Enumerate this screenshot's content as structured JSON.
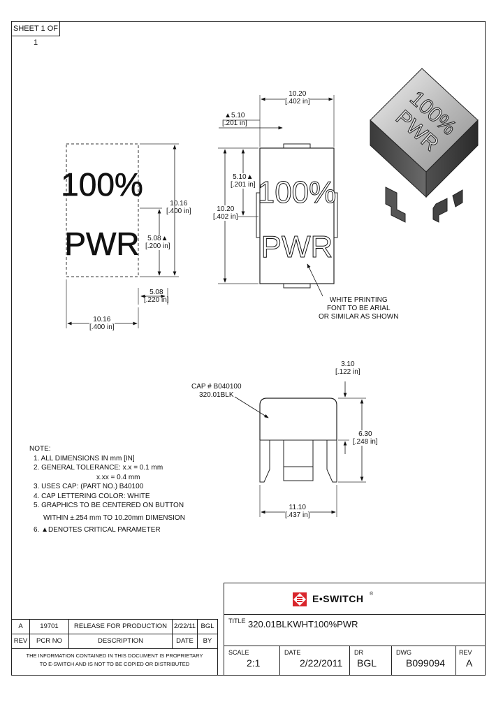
{
  "sheet": "SHEET 1 OF 1",
  "left_view": {
    "line1": "100%",
    "line2": "PWR",
    "dim_height_mm": "10.16",
    "dim_height_in": "[.400 in]",
    "dim_half_mm": "5.08▲",
    "dim_half_in": "[.200 in]",
    "dim_offset_mm": "5.08",
    "dim_offset_in": "[.220 in]",
    "dim_width_mm": "10.16",
    "dim_width_in": "[.400 in]"
  },
  "top_view": {
    "line1": "100%",
    "line2": "PWR",
    "dim_width_mm": "10.20",
    "dim_width_in": "[.402 in]",
    "dim_tab_mm": "▲5.10",
    "dim_tab_in": "[.201 in]",
    "dim_half_mm": "5.10▲",
    "dim_half_in": "[.201 in]",
    "dim_height_mm": "10.20",
    "dim_height_in": "[.402 in]",
    "callout": [
      "WHITE PRINTING",
      "FONT TO BE ARIAL",
      "OR SIMILAR AS SHOWN"
    ]
  },
  "iso_view": {
    "line1": "100%",
    "line2": "PWR"
  },
  "side_view": {
    "cap_label_1": "CAP # B040100",
    "cap_label_2": "320.01BLK",
    "dim_top_mm": "3.10",
    "dim_top_in": "[.122 in]",
    "dim_height_mm": "6.30",
    "dim_height_in": "[.248 in]",
    "dim_width_mm": "11.10",
    "dim_width_in": "[.437 in]"
  },
  "notes": {
    "heading": "NOTE:",
    "items": [
      "1. ALL DIMENSIONS IN mm [IN]",
      "2. GENERAL TOLERANCE: x.x = 0.1 mm",
      "x.xx = 0.4 mm",
      "3. USES CAP: (PART NO.) B40100",
      "4. CAP LETTERING COLOR: WHITE",
      "5. GRAPHICS TO BE CENTERED ON BUTTON",
      "WITHIN ±.254 mm TO 10.20mm DIMENSION",
      "6. ▲DENOTES CRITICAL PARAMETER"
    ]
  },
  "title_block": {
    "logo_text": "E•SWITCH",
    "logo_mark": "®",
    "title_label": "TITLE",
    "title_value": "320.01BLKWHT100%PWR",
    "scale_label": "SCALE",
    "scale_value": "2:1",
    "date_label": "DATE",
    "date_value": "2/22/2011",
    "dr_label": "DR",
    "dr_value": "BGL",
    "dwg_label": "DWG",
    "dwg_value": "B099094",
    "rev_label": "REV",
    "rev_value": "A"
  },
  "revision": {
    "row": {
      "rev": "A",
      "pcr": "19701",
      "description": "RELEASE FOR PRODUCTION",
      "date": "2/22/11",
      "by": "BGL"
    },
    "headers": {
      "rev": "REV",
      "pcr": "PCR NO",
      "description": "DESCRIPTION",
      "date": "DATE",
      "by": "BY"
    },
    "proprietary_1": "THE INFORMATION CONTAINED IN THIS DOCUMENT IS PROPRIETARY",
    "proprietary_2": "TO E-SWITCH AND IS NOT TO BE COPIED OR DISTRIBUTED"
  }
}
